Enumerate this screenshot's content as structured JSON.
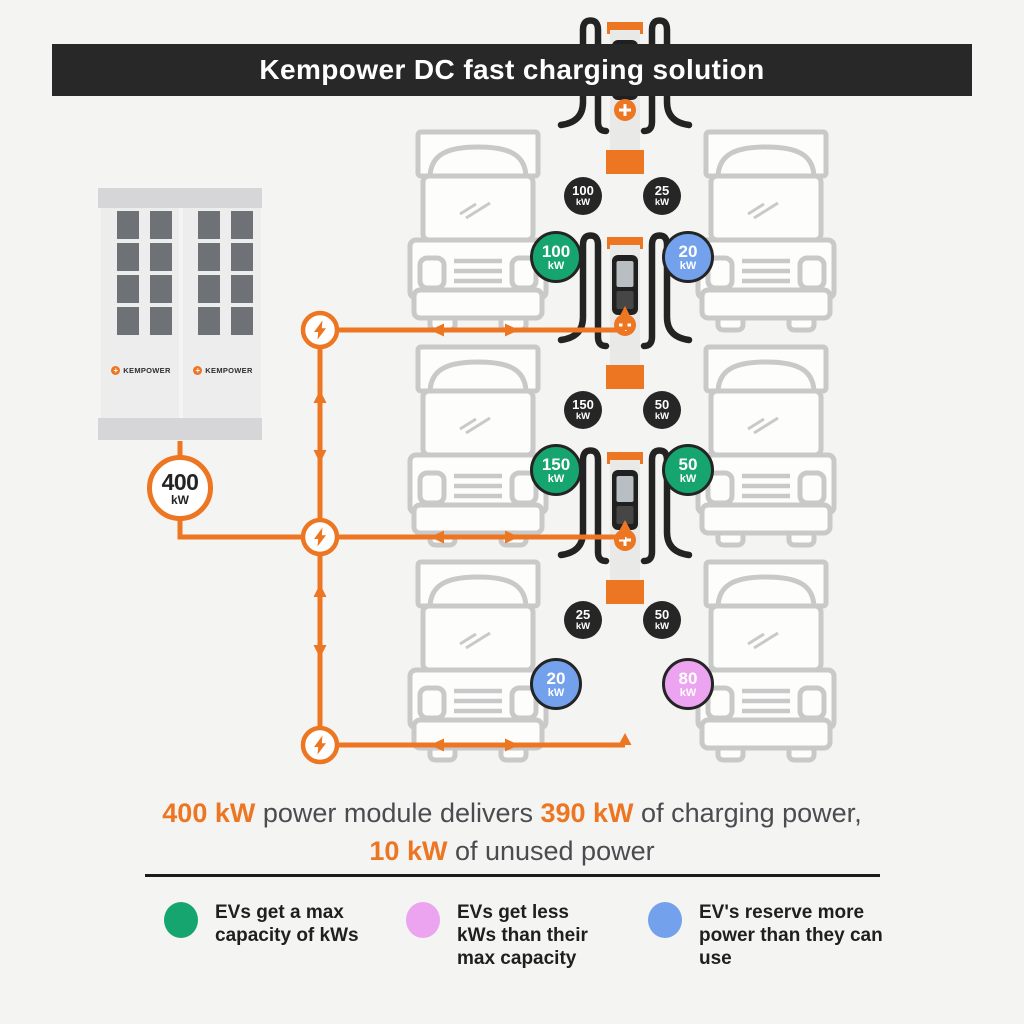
{
  "colors": {
    "background": "#f4f4f3",
    "header_bg": "#282828",
    "accent_orange": "#ED7623",
    "badge_dark": "#262626",
    "truck_outline": "#c9c9c9",
    "ev_green": "#17A56F",
    "ev_blue": "#74A1EC",
    "ev_pink": "#ECA4F0"
  },
  "header": {
    "title": "Kempower DC fast charging solution"
  },
  "power_cabinet": {
    "brand": "KEMPOWER",
    "output": {
      "value": "400",
      "unit": "kW"
    }
  },
  "rows": [
    {
      "connector_left": {
        "value": "100",
        "unit": "kW"
      },
      "connector_right": {
        "value": "25",
        "unit": "kW"
      },
      "ev_left": {
        "value": "100",
        "unit": "kW",
        "color": "#17A56F"
      },
      "ev_right": {
        "value": "20",
        "unit": "kW",
        "color": "#74A1EC"
      }
    },
    {
      "connector_left": {
        "value": "150",
        "unit": "kW"
      },
      "connector_right": {
        "value": "50",
        "unit": "kW"
      },
      "ev_left": {
        "value": "150",
        "unit": "kW",
        "color": "#17A56F"
      },
      "ev_right": {
        "value": "50",
        "unit": "kW",
        "color": "#17A56F"
      }
    },
    {
      "connector_left": {
        "value": "25",
        "unit": "kW"
      },
      "connector_right": {
        "value": "50",
        "unit": "kW"
      },
      "ev_left": {
        "value": "20",
        "unit": "kW",
        "color": "#74A1EC"
      },
      "ev_right": {
        "value": "80",
        "unit": "kW",
        "color": "#ECA4F0"
      }
    }
  ],
  "summary": {
    "line1": [
      {
        "text": "400 kW",
        "highlight": true
      },
      {
        "text": " power module delivers ",
        "highlight": false
      },
      {
        "text": "390 kW",
        "highlight": true
      },
      {
        "text": " of charging power,",
        "highlight": false
      }
    ],
    "line2": [
      {
        "text": "10 kW",
        "highlight": true
      },
      {
        "text": " of unused power",
        "highlight": false
      }
    ]
  },
  "legend": {
    "items": [
      {
        "color": "#17A56F",
        "label": "EVs get a max capacity of kWs"
      },
      {
        "color": "#ECA4F0",
        "label": "EVs get less kWs than their max capacity"
      },
      {
        "color": "#74A1EC",
        "label": "EV's reserve more power than they can use"
      }
    ]
  },
  "icons": {
    "lightning": "lightning-bolt-icon",
    "plus": "plus-icon",
    "kempower_logo": "kempower-logo-icon"
  }
}
